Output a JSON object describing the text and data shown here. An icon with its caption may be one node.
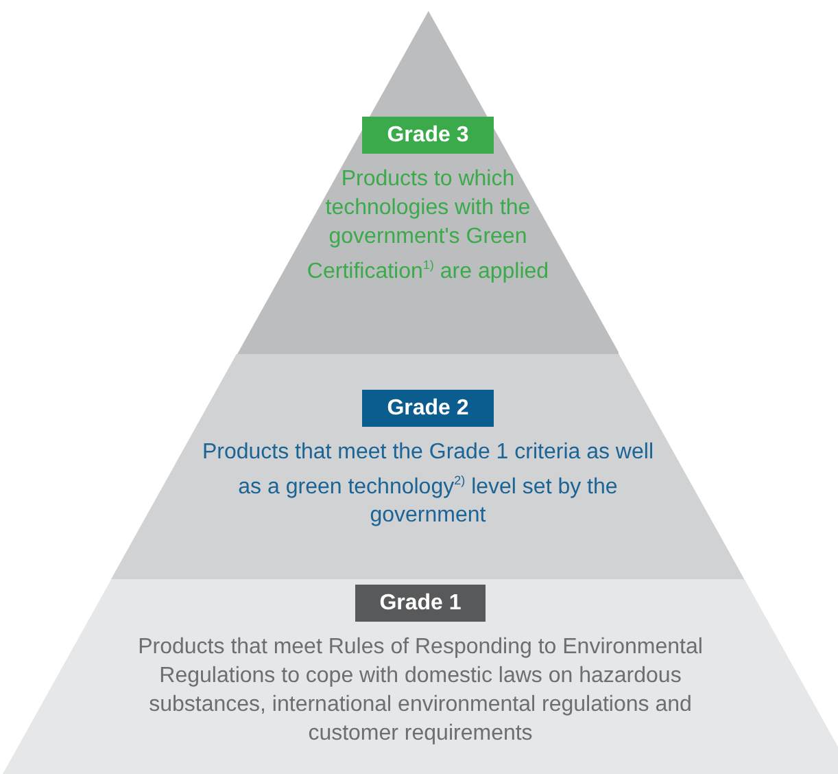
{
  "diagram": {
    "nodes": [
      {
        "text": [
          "Grade 3",
          "Products to which technologies with the government's Green Certification$^{1)}$ are applied"
        ]
      },
      {
        "text": [
          "Grade 2",
          "Products that meet the Grade 1 criteria as well as a green technology$^{2)}$ level set by the government"
        ]
      },
      {
        "text": [
          "Grade 1",
          "Products that meet Rules of Responding to Environmental Regulations to cope with domestic laws on hazardous substances, international environmental regulations and customer requirements"
        ]
      }
    ]
  }
}
